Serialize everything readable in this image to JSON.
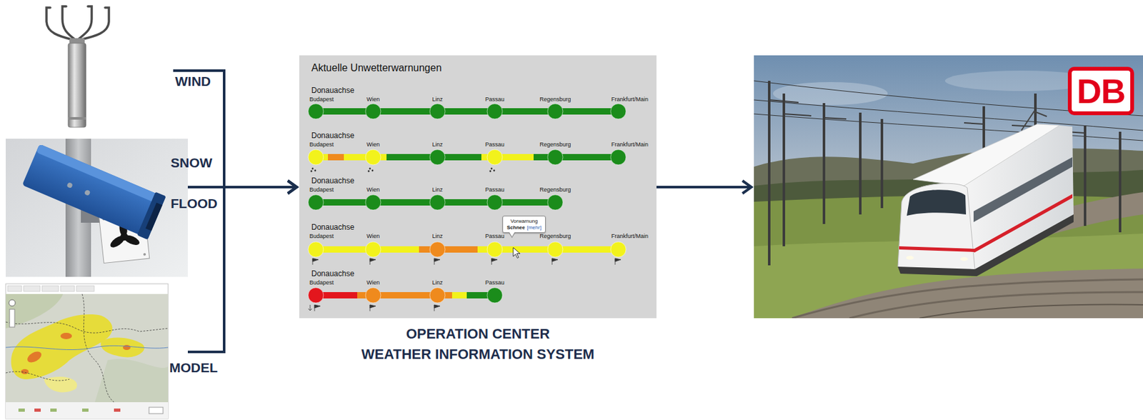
{
  "diagram": {
    "nodes": [
      {
        "text": [
          "WIND"
        ]
      },
      {
        "text": [
          "SNOW",
          "FLOOD"
        ]
      },
      {
        "text": [
          "MODEL"
        ]
      },
      {
        "text": [
          "Aktuelle Unwetterwarnungen",
          "OPERATION CENTER",
          "WEATHER INFORMATION SYSTEM"
        ]
      },
      {
        "text": [
          "Vorwarnung",
          "Schnee",
          "[mehr]"
        ],
        "in": 3
      },
      {
        "text": [
          "DB"
        ]
      }
    ],
    "edges": [
      {
        "from": 0,
        "to": 3,
        "arrow": "to"
      },
      {
        "from": 1,
        "to": 3,
        "arrow": "to"
      },
      {
        "from": 2,
        "to": 3,
        "arrow": "to"
      },
      {
        "from": 3,
        "to": 5,
        "arrow": "to"
      }
    ],
    "labels": [
      "Donauachse",
      "Budapest",
      "Wien",
      "Linz",
      "Passau",
      "Regensburg",
      "Frankfurt/Main",
      "Donauachse",
      "Budapest",
      "Wien",
      "Linz",
      "Passau",
      "Regensburg",
      "Frankfurt/Main",
      "Donauachse",
      "Budapest",
      "Wien",
      "Linz",
      "Passau",
      "Regensburg",
      "Donauachse",
      "Budapest",
      "Wien",
      "Linz",
      "Passau",
      "Regensburg",
      "Frankfurt/Main",
      "Donauachse",
      "Budapest",
      "Wien",
      "Linz",
      "Passau"
    ]
  }
}
